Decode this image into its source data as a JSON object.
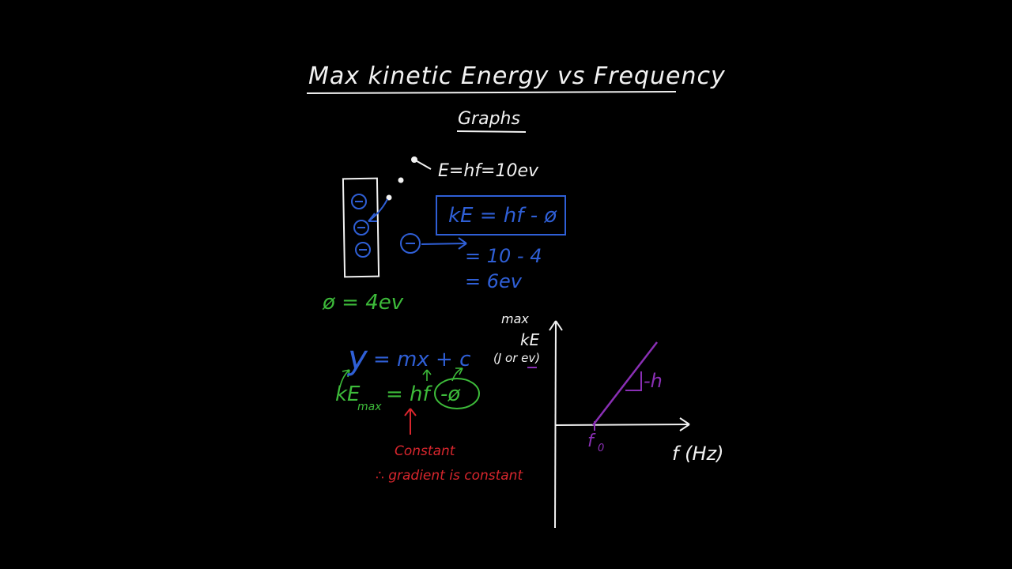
{
  "title": {
    "line1": "Max kinetic Energy vs Frequency",
    "line2": "Graphs"
  },
  "photon_energy": "E=hf=10ev",
  "equations": {
    "boxed": "kE = hf - ø",
    "step1": "= 10 - 4",
    "step2": "= 6ev"
  },
  "work_function": "ø = 4ev",
  "line_form": {
    "y": "y",
    "rest": "= mx + c"
  },
  "ke_form": {
    "ke": "kE",
    "ke_sub": "max",
    "middle": "= hf",
    "circled": "-ø"
  },
  "notes": {
    "constant": "Constant",
    "gradient": "∴ gradient is constant"
  },
  "graph": {
    "y_label_1": "max",
    "y_label_2": "kE",
    "y_label_3": "(J or ev)",
    "x_label": "f (Hz)",
    "threshold": "f",
    "threshold_sub": "0",
    "slope_label": "-h"
  },
  "electron_symbol": "⊖",
  "colors": {
    "background": "#000000",
    "white": "#f2f2f2",
    "blue": "#2f5fd6",
    "green": "#3dbb3a",
    "red": "#d8262d",
    "purple": "#8a2fb5"
  }
}
